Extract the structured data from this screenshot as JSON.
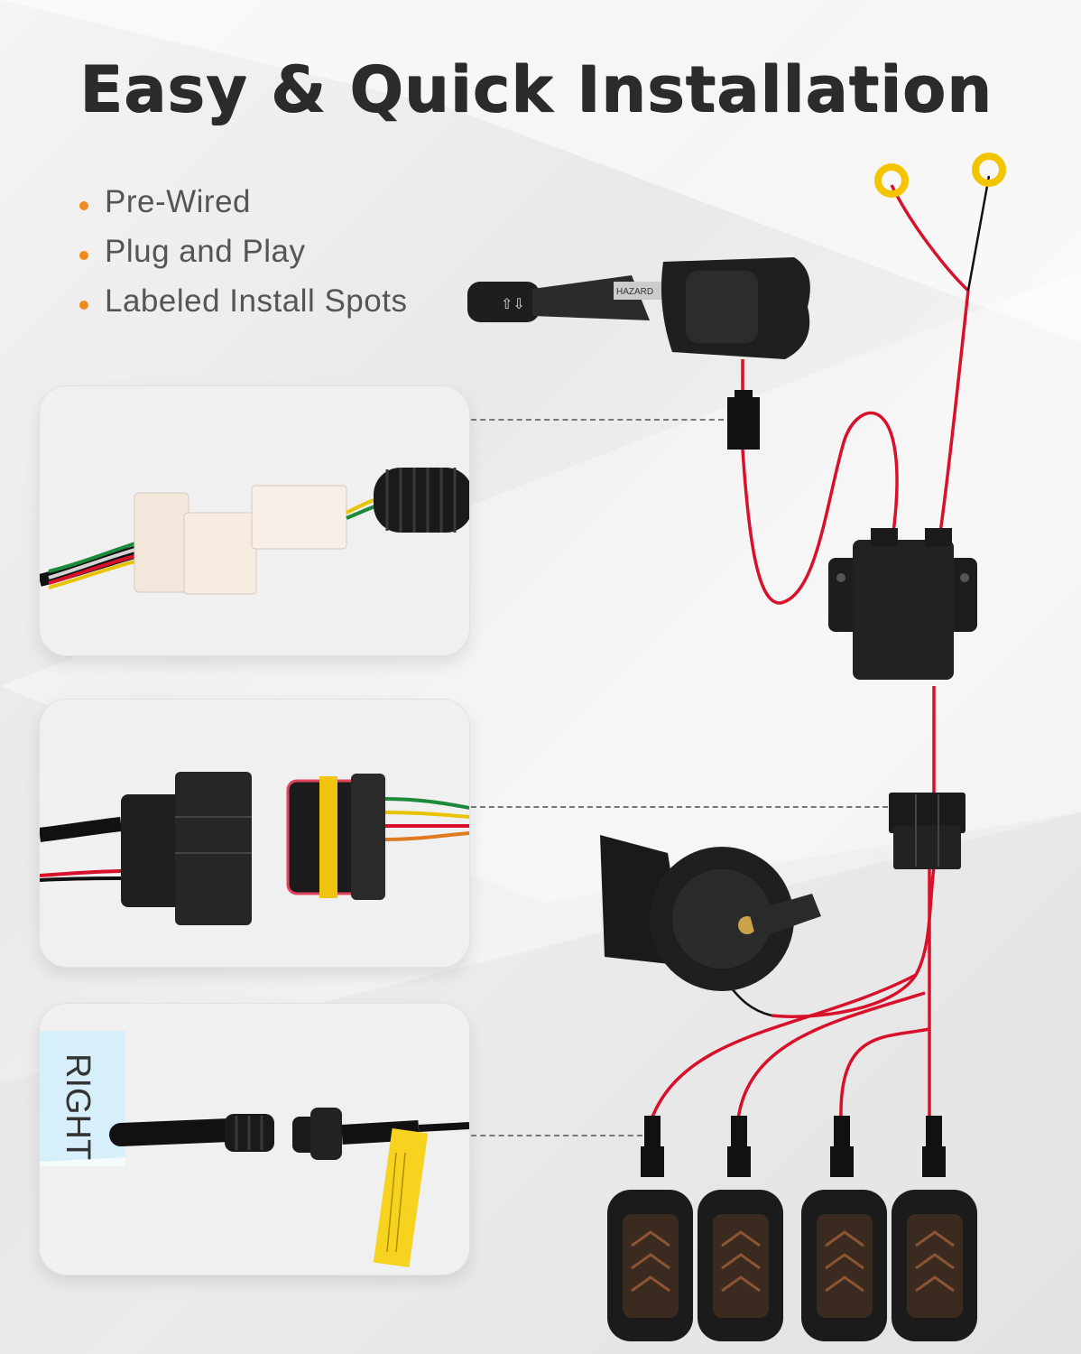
{
  "title": "Easy & Quick Installation",
  "features": [
    "Pre-Wired",
    "Plug and Play",
    "Labeled Install Spots"
  ],
  "panels": {
    "bullet_plug": {
      "caption": ""
    },
    "waterproof_connector": {
      "caption": ""
    },
    "labeled_connector": {
      "tag": "RIGHT"
    }
  },
  "switch": {
    "label": "HAZARD"
  },
  "colors": {
    "title": "#2b2b2b",
    "bullet": "#f08a1c",
    "wire": "#d8102a",
    "device": "#1f1f1f",
    "ring_terminal": "#f5c400",
    "blue_tag": "#29a9e8",
    "yellow_tag": "#f7d21e"
  },
  "icons": [
    "turn-signal-switch-icon",
    "control-box-icon",
    "horn-icon",
    "light-pod-icon",
    "ring-terminal-icon"
  ]
}
